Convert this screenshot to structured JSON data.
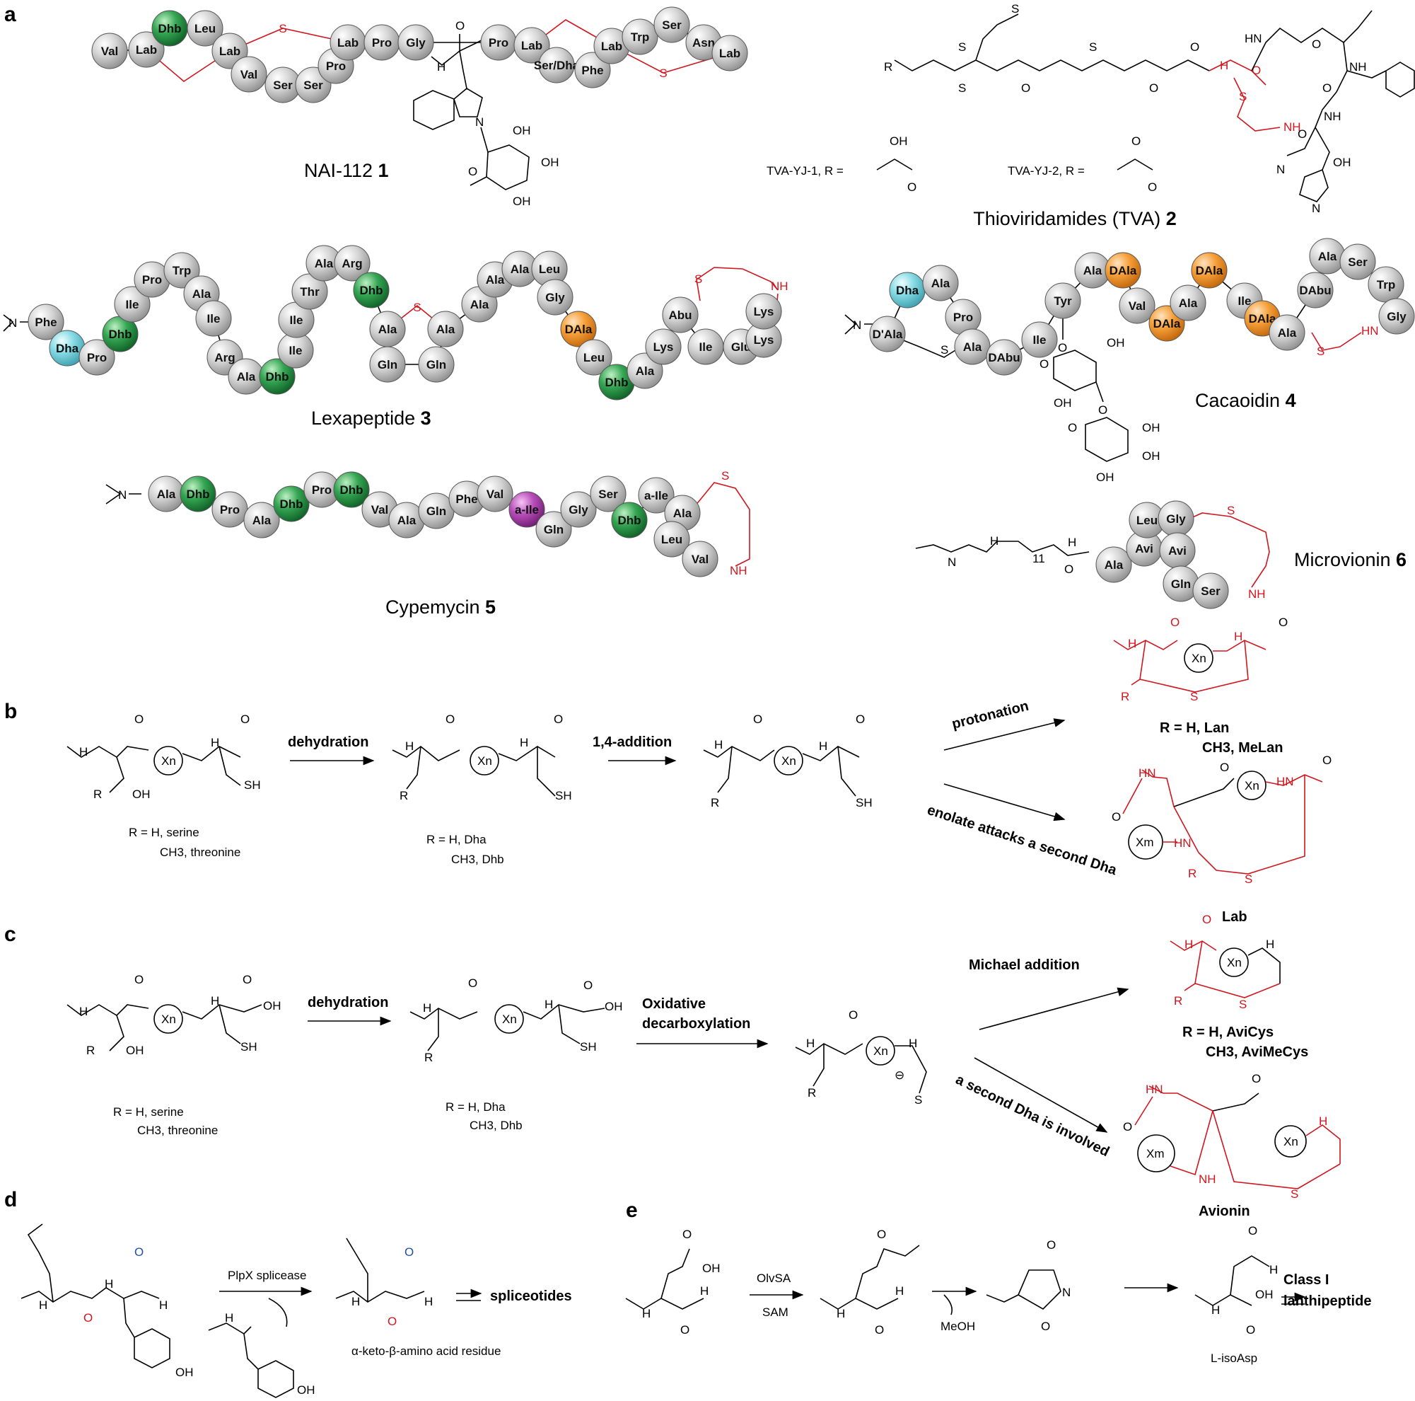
{
  "colors": {
    "grey": "#c9c9c9",
    "green": "#2e9e48",
    "cyan": "#7fd6e0",
    "orange": "#f59a2e",
    "magenta": "#b548b8",
    "red": "#d0161e",
    "blue": "#1f4fa6",
    "black": "#000000"
  },
  "panels": {
    "a": "a",
    "b": "b",
    "c": "c",
    "d": "d",
    "e": "e"
  },
  "compounds": {
    "c1": {
      "name": "NAI-112 ",
      "num": "1"
    },
    "c2": {
      "name": "Thioviridamides (TVA) ",
      "num": "2"
    },
    "c3": {
      "name": "Lexapeptide ",
      "num": "3"
    },
    "c4": {
      "name": "Cacaoidin ",
      "num": "4"
    },
    "c5": {
      "name": "Cypemycin ",
      "num": "5"
    },
    "c6": {
      "name": "Microvionin ",
      "num": "6"
    }
  },
  "chains": {
    "c1": [
      {
        "t": "Val",
        "c": "grey"
      },
      {
        "t": "Lab",
        "c": "grey"
      },
      {
        "t": "Dhb",
        "c": "green"
      },
      {
        "t": "Leu",
        "c": "grey"
      },
      {
        "t": "Lab",
        "c": "grey"
      },
      {
        "t": "Val",
        "c": "grey"
      },
      {
        "t": "Ser",
        "c": "grey"
      },
      {
        "t": "Ser",
        "c": "grey"
      },
      {
        "t": "Pro",
        "c": "grey"
      },
      {
        "t": "Lab",
        "c": "grey"
      },
      {
        "t": "Pro",
        "c": "grey"
      },
      {
        "t": "Gly",
        "c": "grey"
      },
      {
        "t": "Pro",
        "c": "grey"
      },
      {
        "t": "Lab",
        "c": "grey"
      },
      {
        "t": "Ser/Dha",
        "c": "grey"
      },
      {
        "t": "Phe",
        "c": "grey"
      },
      {
        "t": "Lab",
        "c": "grey"
      },
      {
        "t": "Trp",
        "c": "grey"
      },
      {
        "t": "Ser",
        "c": "grey"
      },
      {
        "t": "Asn",
        "c": "grey"
      },
      {
        "t": "Lab",
        "c": "grey"
      }
    ],
    "c3": [
      {
        "t": "Phe",
        "c": "grey"
      },
      {
        "t": "Dha",
        "c": "cyan"
      },
      {
        "t": "Pro",
        "c": "grey"
      },
      {
        "t": "Dhb",
        "c": "green"
      },
      {
        "t": "Ile",
        "c": "grey"
      },
      {
        "t": "Pro",
        "c": "grey"
      },
      {
        "t": "Trp",
        "c": "grey"
      },
      {
        "t": "Ala",
        "c": "grey"
      },
      {
        "t": "Ile",
        "c": "grey"
      },
      {
        "t": "Arg",
        "c": "grey"
      },
      {
        "t": "Ala",
        "c": "grey"
      },
      {
        "t": "Dhb",
        "c": "green"
      },
      {
        "t": "Ile",
        "c": "grey"
      },
      {
        "t": "Ile",
        "c": "grey"
      },
      {
        "t": "Thr",
        "c": "grey"
      },
      {
        "t": "Ala",
        "c": "grey"
      },
      {
        "t": "Arg",
        "c": "grey"
      },
      {
        "t": "Dhb",
        "c": "green"
      },
      {
        "t": "Ala",
        "c": "grey"
      },
      {
        "t": "Gln",
        "c": "grey"
      },
      {
        "t": "Gln",
        "c": "grey"
      },
      {
        "t": "Ala",
        "c": "grey"
      },
      {
        "t": "Ala",
        "c": "grey"
      },
      {
        "t": "Ala",
        "c": "grey"
      },
      {
        "t": "Ala",
        "c": "grey"
      },
      {
        "t": "Leu",
        "c": "grey"
      },
      {
        "t": "Gly",
        "c": "grey"
      },
      {
        "t": "DAla",
        "c": "orange"
      },
      {
        "t": "Leu",
        "c": "grey"
      },
      {
        "t": "Dhb",
        "c": "green"
      },
      {
        "t": "Ala",
        "c": "grey"
      },
      {
        "t": "Lys",
        "c": "grey"
      },
      {
        "t": "Abu",
        "c": "grey"
      },
      {
        "t": "Ile",
        "c": "grey"
      },
      {
        "t": "Glu",
        "c": "grey"
      },
      {
        "t": "Lys",
        "c": "grey"
      },
      {
        "t": "Lys",
        "c": "grey"
      }
    ],
    "c4": [
      {
        "t": "D'Ala",
        "c": "grey"
      },
      {
        "t": "Dha",
        "c": "cyan"
      },
      {
        "t": "Ala",
        "c": "grey"
      },
      {
        "t": "Pro",
        "c": "grey"
      },
      {
        "t": "Ala",
        "c": "grey"
      },
      {
        "t": "DAbu",
        "c": "grey"
      },
      {
        "t": "Ile",
        "c": "grey"
      },
      {
        "t": "Tyr",
        "c": "grey"
      },
      {
        "t": "Ala",
        "c": "grey"
      },
      {
        "t": "DAla",
        "c": "orange"
      },
      {
        "t": "Val",
        "c": "grey"
      },
      {
        "t": "DAla",
        "c": "orange"
      },
      {
        "t": "Ala",
        "c": "grey"
      },
      {
        "t": "DAla",
        "c": "orange"
      },
      {
        "t": "Ile",
        "c": "grey"
      },
      {
        "t": "DAla",
        "c": "orange"
      },
      {
        "t": "Ala",
        "c": "grey"
      },
      {
        "t": "DAbu",
        "c": "grey"
      },
      {
        "t": "Ala",
        "c": "grey"
      },
      {
        "t": "Ser",
        "c": "grey"
      },
      {
        "t": "Trp",
        "c": "grey"
      },
      {
        "t": "Gly",
        "c": "grey"
      }
    ],
    "c5": [
      {
        "t": "Ala",
        "c": "grey"
      },
      {
        "t": "Dhb",
        "c": "green"
      },
      {
        "t": "Pro",
        "c": "grey"
      },
      {
        "t": "Ala",
        "c": "grey"
      },
      {
        "t": "Dhb",
        "c": "green"
      },
      {
        "t": "Pro",
        "c": "grey"
      },
      {
        "t": "Dhb",
        "c": "green"
      },
      {
        "t": "Val",
        "c": "grey"
      },
      {
        "t": "Ala",
        "c": "grey"
      },
      {
        "t": "Gln",
        "c": "grey"
      },
      {
        "t": "Phe",
        "c": "grey"
      },
      {
        "t": "Val",
        "c": "grey"
      },
      {
        "t": "a-Ile",
        "c": "magenta"
      },
      {
        "t": "Gln",
        "c": "grey"
      },
      {
        "t": "Gly",
        "c": "grey"
      },
      {
        "t": "Ser",
        "c": "grey"
      },
      {
        "t": "Dhb",
        "c": "green"
      },
      {
        "t": "a-Ile",
        "c": "grey"
      },
      {
        "t": "Ala",
        "c": "grey"
      },
      {
        "t": "Leu",
        "c": "grey"
      },
      {
        "t": "Val",
        "c": "grey"
      }
    ],
    "c6": [
      {
        "t": "Ala",
        "c": "grey"
      },
      {
        "t": "Avi",
        "c": "grey"
      },
      {
        "t": "Leu",
        "c": "grey"
      },
      {
        "t": "Gly",
        "c": "grey"
      },
      {
        "t": "Avi",
        "c": "grey"
      },
      {
        "t": "Gln",
        "c": "grey"
      },
      {
        "t": "Ser",
        "c": "grey"
      }
    ]
  },
  "atoms": {
    "S": "S",
    "NH": "NH",
    "HN": "HN",
    "H": "H",
    "N": "N",
    "O": "O",
    "OH": "OH",
    "SH": "SH",
    "R": "R",
    "Xn": "Xn",
    "Xm": "Xm",
    "N_plus": "N",
    "eleven": "11",
    "minus": "⊖"
  },
  "tva": {
    "r1": "TVA-YJ-1, R = ",
    "r2": "TVA-YJ-2, R = "
  },
  "panel_b": {
    "step1": "dehydration",
    "step2": "1,4-addition",
    "step3": "protonation",
    "step4": "enolate attacks a second Dha",
    "sub1a": "R = H, serine",
    "sub1b": "CH3, threonine",
    "sub2a": "R = H, Dha",
    "sub2b": "CH3, Dhb",
    "prod1a": "R = H, Lan",
    "prod1b": "CH3, MeLan",
    "prod2": "Lab"
  },
  "panel_c": {
    "step1": "dehydration",
    "step2a": "Oxidative",
    "step2b": "decarboxylation",
    "step3": "Michael addition",
    "step4": "a second Dha is involved",
    "sub1a": "R = H, serine",
    "sub1b": "CH3, threonine",
    "sub2a": "R = H, Dha",
    "sub2b": "CH3, Dhb",
    "prod1a": "R = H, AviCys",
    "prod1b": "CH3, AviMeCys",
    "prod2": "Avionin"
  },
  "panel_d": {
    "enzyme": "PlpX splicease",
    "product": "spliceotides",
    "caption": "α-keto-β-amino acid residue"
  },
  "panel_e": {
    "enzyme": "OlvSA",
    "cofactor": "SAM",
    "byproduct": "MeOH",
    "iso": "L-isoAsp",
    "product1": "Class I",
    "product2": "lanthipeptide"
  }
}
